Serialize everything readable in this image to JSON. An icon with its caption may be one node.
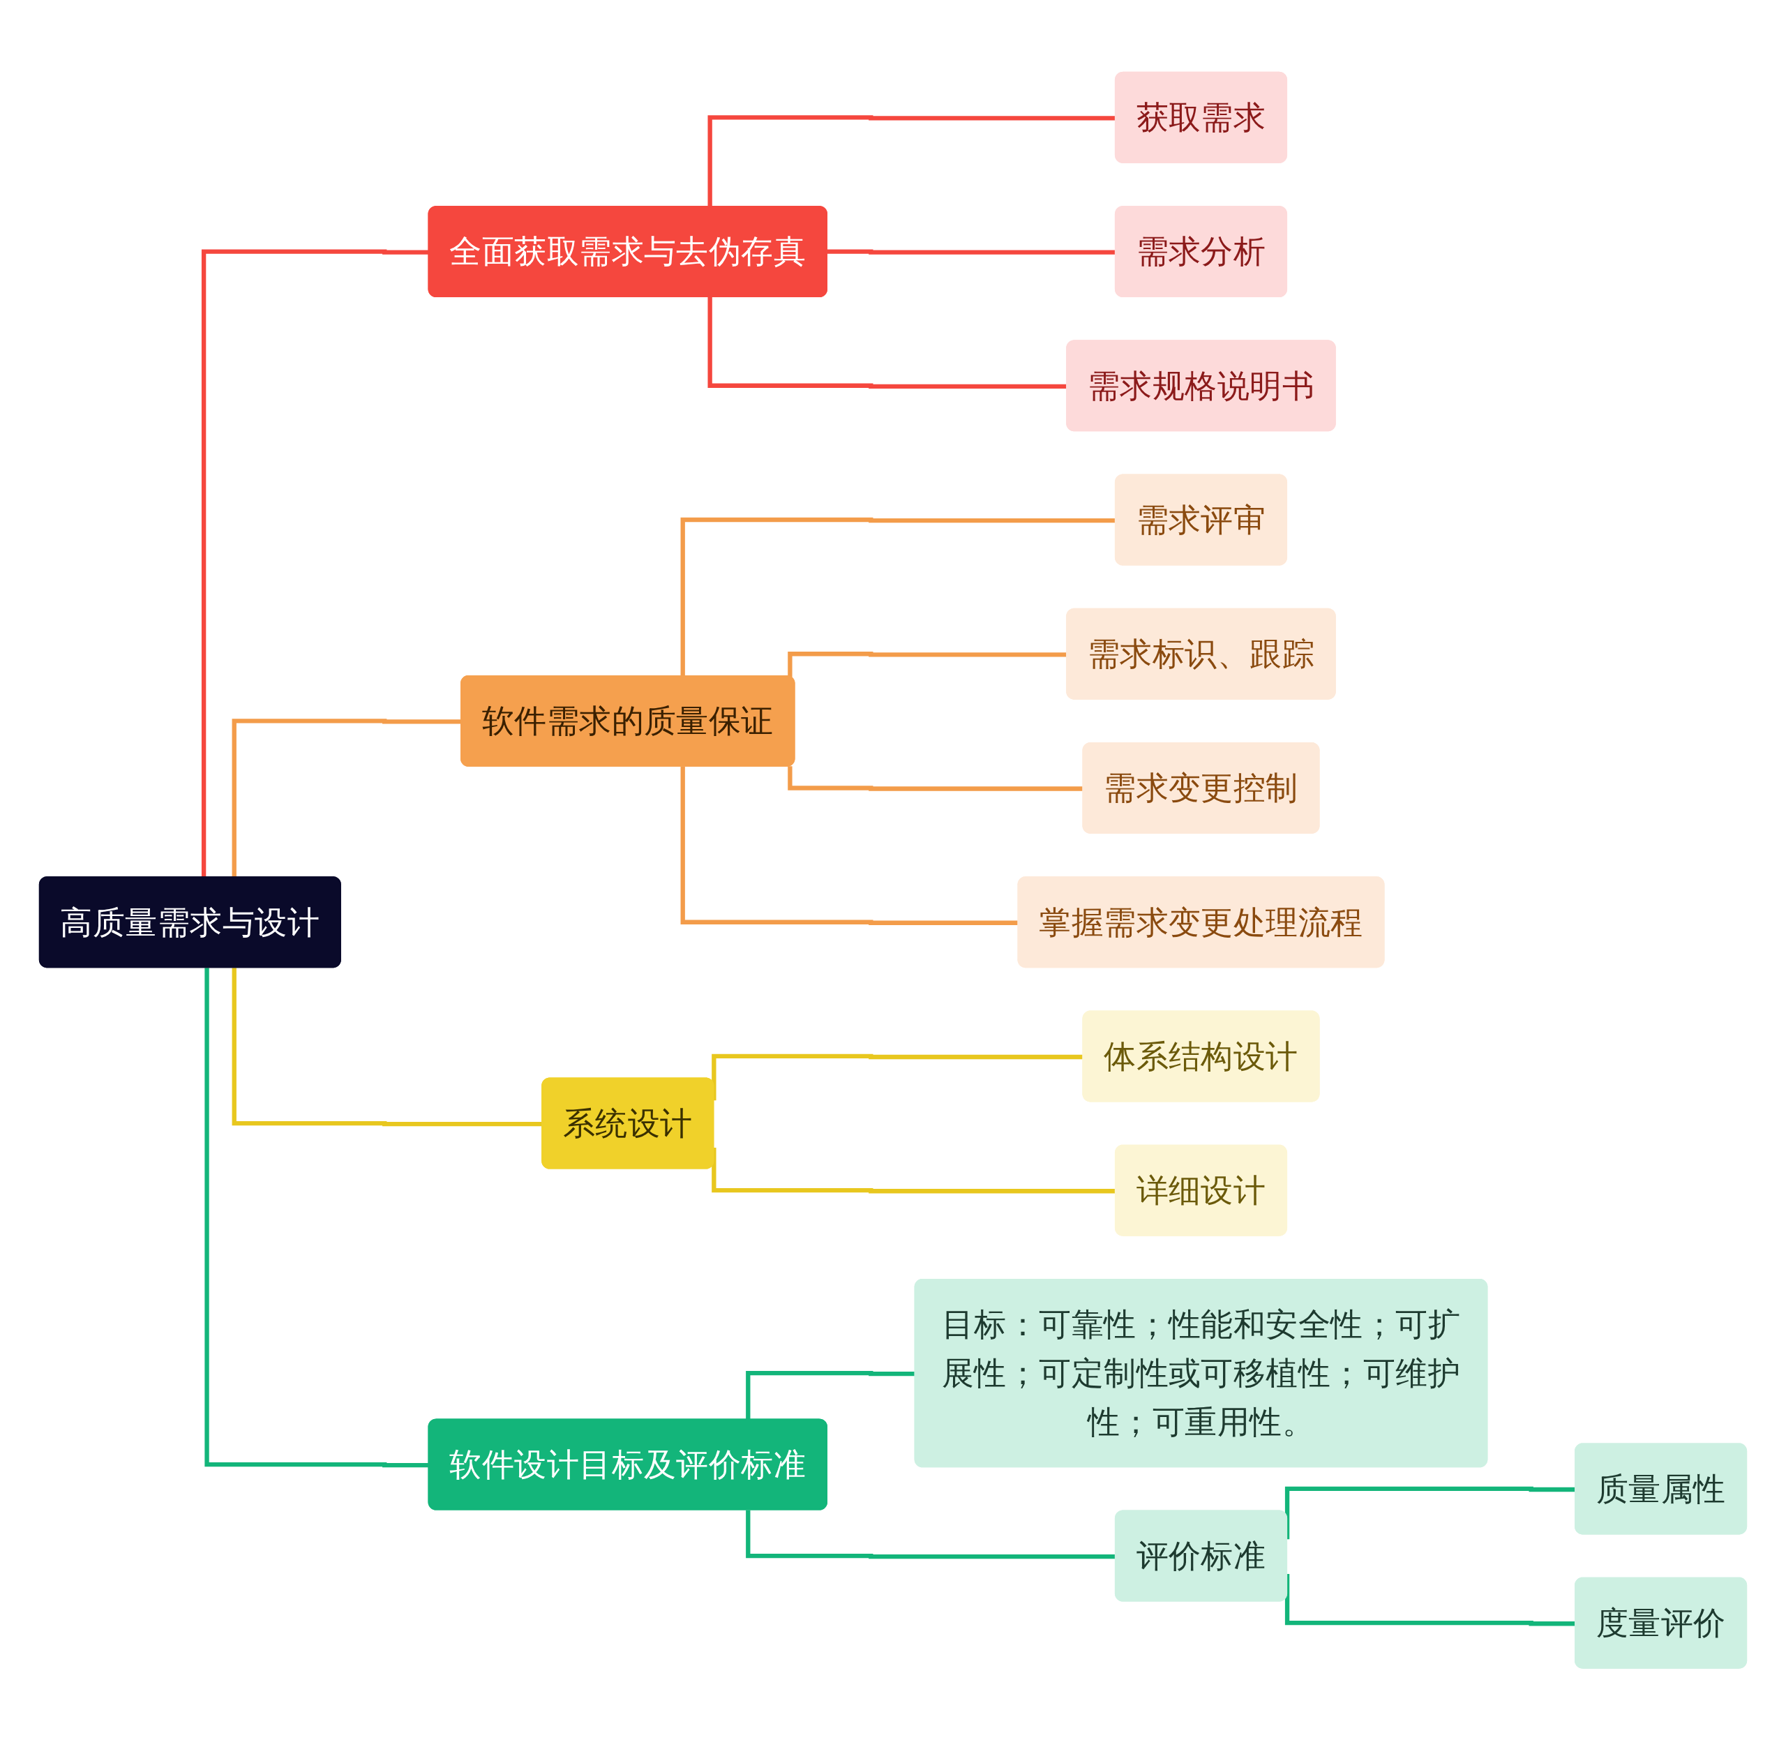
{
  "diagram": {
    "nodes": [
      {
        "text": [
          "高质量需求与设计"
        ]
      },
      {
        "text": [
          "全面获取需求与去伪存真"
        ]
      },
      {
        "text": [
          "获取需求"
        ]
      },
      {
        "text": [
          "需求分析"
        ]
      },
      {
        "text": [
          "需求规格说明书"
        ]
      },
      {
        "text": [
          "软件需求的质量保证"
        ]
      },
      {
        "text": [
          "需求评审"
        ]
      },
      {
        "text": [
          "需求标识、跟踪"
        ]
      },
      {
        "text": [
          "需求变更控制"
        ]
      },
      {
        "text": [
          "掌握需求变更处理流程"
        ]
      },
      {
        "text": [
          "系统设计"
        ]
      },
      {
        "text": [
          "体系结构设计"
        ]
      },
      {
        "text": [
          "详细设计"
        ]
      },
      {
        "text": [
          "软件设计目标及评价标准"
        ]
      },
      {
        "text": [
          "目标：可靠性；性能和安全性；可扩展性；可定制性或可移植性；可维护性；可重用性。"
        ]
      },
      {
        "text": [
          "评价标准"
        ]
      },
      {
        "text": [
          "质量属性"
        ]
      },
      {
        "text": [
          "度量评价"
        ]
      }
    ],
    "edges": [
      {
        "from": 0,
        "to": 1,
        "arrow": "none",
        "color": "#f5473e"
      },
      {
        "from": 1,
        "to": 2,
        "arrow": "none",
        "color": "#f5473e"
      },
      {
        "from": 1,
        "to": 3,
        "arrow": "none",
        "color": "#f5473e"
      },
      {
        "from": 1,
        "to": 4,
        "arrow": "none",
        "color": "#f5473e"
      },
      {
        "from": 0,
        "to": 5,
        "arrow": "none",
        "color": "#f39c4a"
      },
      {
        "from": 5,
        "to": 6,
        "arrow": "none",
        "color": "#f39c4a"
      },
      {
        "from": 5,
        "to": 7,
        "arrow": "none",
        "color": "#f39c4a"
      },
      {
        "from": 5,
        "to": 8,
        "arrow": "none",
        "color": "#f39c4a"
      },
      {
        "from": 5,
        "to": 9,
        "arrow": "none",
        "color": "#f39c4a"
      },
      {
        "from": 0,
        "to": 10,
        "arrow": "none",
        "color": "#e8c71e"
      },
      {
        "from": 10,
        "to": 11,
        "arrow": "none",
        "color": "#e8c71e"
      },
      {
        "from": 10,
        "to": 12,
        "arrow": "none",
        "color": "#e8c71e"
      },
      {
        "from": 0,
        "to": 13,
        "arrow": "none",
        "color": "#13b57a"
      },
      {
        "from": 13,
        "to": 14,
        "arrow": "none",
        "color": "#13b57a"
      },
      {
        "from": 13,
        "to": 15,
        "arrow": "none",
        "color": "#13b57a"
      },
      {
        "from": 15,
        "to": 16,
        "arrow": "none",
        "color": "#13b57a"
      },
      {
        "from": 15,
        "to": 17,
        "arrow": "none",
        "color": "#13b57a"
      }
    ]
  }
}
